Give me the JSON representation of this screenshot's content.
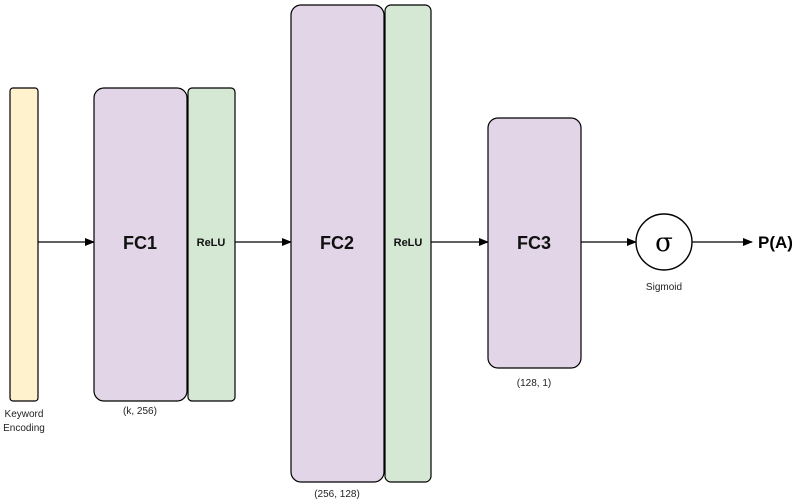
{
  "colors": {
    "input_fill": "#fff2cc",
    "fc_fill": "#e1d5e7",
    "relu_fill": "#d5e8d4",
    "stroke": "#000000"
  },
  "input": {
    "label_line1": "Keyword",
    "label_line2": "Encoding"
  },
  "layers": {
    "fc1": {
      "label": "FC1",
      "shape": "(k, 256)",
      "activation": "ReLU"
    },
    "fc2": {
      "label": "FC2",
      "shape": "(256, 128)",
      "activation": "ReLU"
    },
    "fc3": {
      "label": "FC3",
      "shape": "(128, 1)"
    }
  },
  "sigmoid": {
    "symbol": "σ",
    "label": "Sigmoid"
  },
  "output": {
    "label": "P(A)"
  }
}
